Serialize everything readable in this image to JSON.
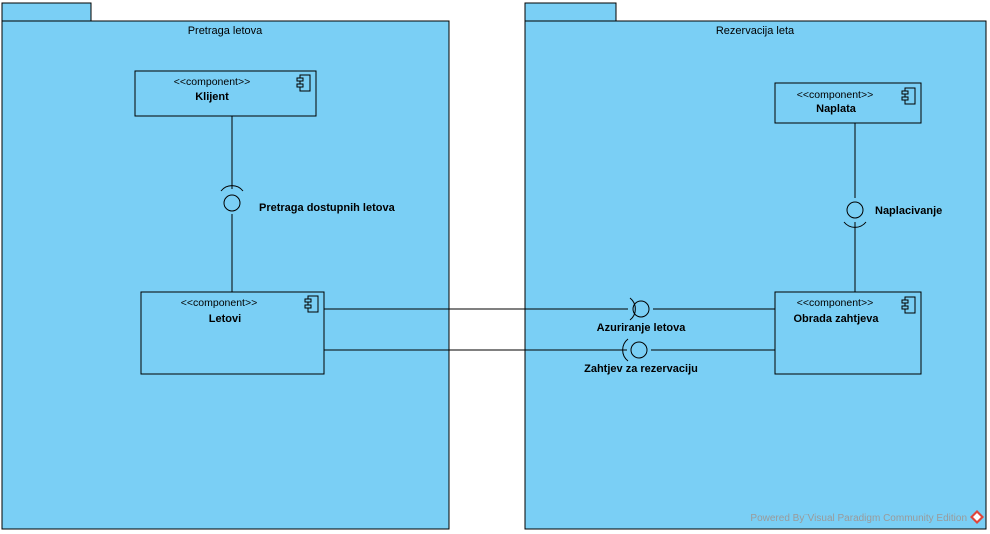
{
  "packages": [
    {
      "id": "pkg1",
      "title": "Pretraga letova"
    },
    {
      "id": "pkg2",
      "title": "Rezervacija leta"
    }
  ],
  "components": [
    {
      "id": "klijent",
      "stereotype": "<<component>>",
      "name": "Klijent"
    },
    {
      "id": "letovi",
      "stereotype": "<<component>>",
      "name": "Letovi"
    },
    {
      "id": "naplata",
      "stereotype": "<<component>>",
      "name": "Naplata"
    },
    {
      "id": "obrada",
      "stereotype": "<<component>>",
      "name": "Obrada zahtjeva"
    }
  ],
  "interfaces": [
    {
      "id": "pretraga",
      "label": "Pretraga dostupnih letova"
    },
    {
      "id": "naplacivanje",
      "label": "Naplacivanje"
    },
    {
      "id": "azuriranje",
      "label": "Azuriranje letova"
    },
    {
      "id": "zahtjev",
      "label": "Zahtjev za rezervaciju"
    }
  ],
  "watermark": "Powered By¨Visual Paradigm Community Edition",
  "colors": {
    "package_fill": "#7ACFF5",
    "line": "#000000"
  }
}
